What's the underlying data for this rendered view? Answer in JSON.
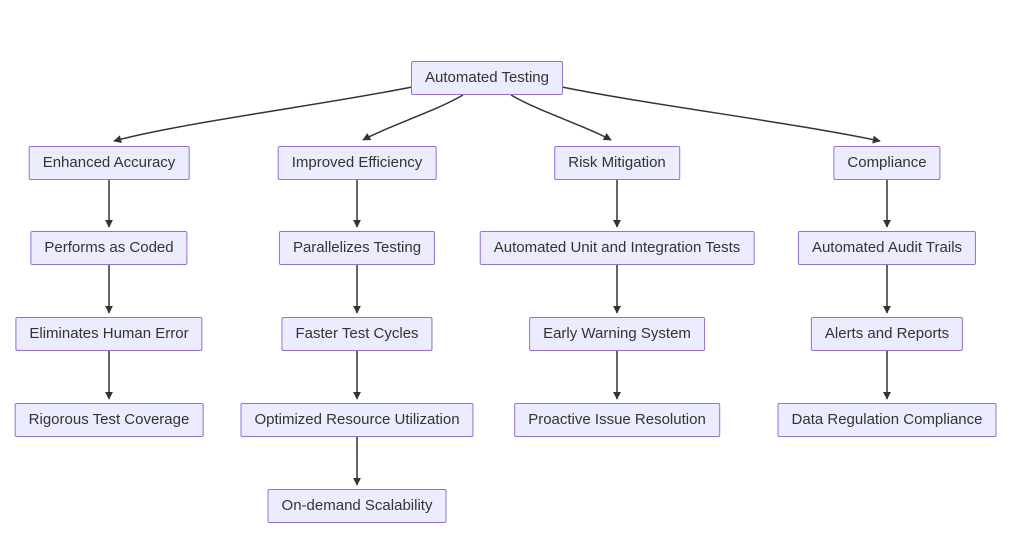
{
  "diagram": {
    "type": "flowchart",
    "colors": {
      "node_fill": "#ECECFF",
      "node_border": "#9370DB",
      "edge": "#333333",
      "text": "#333333",
      "background": "#FFFFFF"
    },
    "root": {
      "label": "Automated Testing"
    },
    "branches": [
      {
        "name": "enhanced-accuracy",
        "nodes": [
          {
            "label": "Enhanced Accuracy"
          },
          {
            "label": "Performs as Coded"
          },
          {
            "label": "Eliminates Human Error"
          },
          {
            "label": "Rigorous Test Coverage"
          }
        ]
      },
      {
        "name": "improved-efficiency",
        "nodes": [
          {
            "label": "Improved Efficiency"
          },
          {
            "label": "Parallelizes Testing"
          },
          {
            "label": "Faster Test Cycles"
          },
          {
            "label": "Optimized Resource Utilization"
          },
          {
            "label": "On-demand Scalability"
          }
        ]
      },
      {
        "name": "risk-mitigation",
        "nodes": [
          {
            "label": "Risk Mitigation"
          },
          {
            "label": "Automated Unit and Integration Tests"
          },
          {
            "label": "Early Warning System"
          },
          {
            "label": "Proactive Issue Resolution"
          }
        ]
      },
      {
        "name": "compliance",
        "nodes": [
          {
            "label": "Compliance"
          },
          {
            "label": "Automated Audit Trails"
          },
          {
            "label": "Alerts and Reports"
          },
          {
            "label": "Data Regulation Compliance"
          }
        ]
      }
    ]
  }
}
